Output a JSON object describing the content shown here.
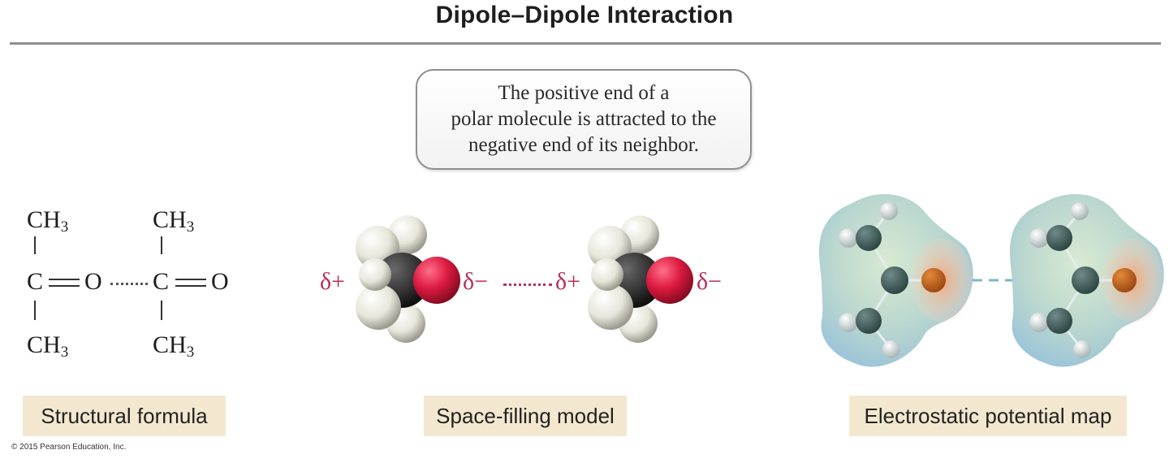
{
  "title": "Dipole–Dipole Interaction",
  "callout": {
    "line1": "The positive end of a",
    "line2": "polar molecule is attracted to the",
    "line3": "negative end of its neighbor."
  },
  "structural": {
    "ch": "CH",
    "sub": "3",
    "c": "C",
    "o": "O",
    "eq": "="
  },
  "charges": {
    "positive": "δ+",
    "negative": "δ−"
  },
  "labels": {
    "structural": "Structural formula",
    "space_filling": "Space-filling model",
    "esp_map": "Electrostatic potential map"
  },
  "copyright": "© 2015 Pearson Education, Inc.",
  "colors": {
    "delta": "#b8315b",
    "oxygen": "#d6183c",
    "carbon": "#2b2b2b",
    "hydrogen": "#efefe6",
    "label_bg": "#f3e8cf"
  }
}
